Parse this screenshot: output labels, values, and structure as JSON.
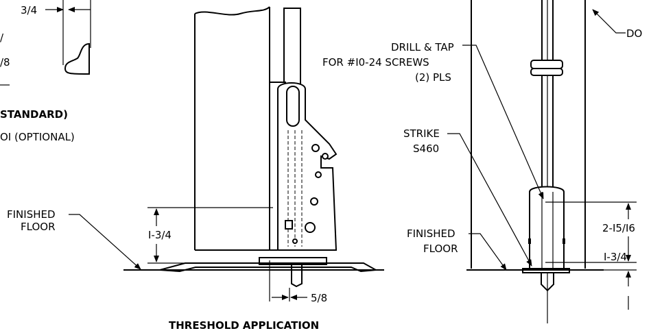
{
  "labels": {
    "dim_three_quarter": "3/4",
    "frag_seven_eighths": "/8",
    "standard": "STANDARD)",
    "optional": "OI (OPTIONAL)",
    "finished_floor_left_1": "FINISHED",
    "finished_floor_left_2": "FLOOR",
    "dim_one_three_quarter_left": "I-3/4",
    "dim_five_eighths": "5/8",
    "threshold_application": "THRESHOLD APPLICATION",
    "drill_tap_1": "DRILL & TAP",
    "drill_tap_2": "FOR #I0-24 SCREWS",
    "drill_tap_3": "(2) PLS",
    "strike_1": "STRIKE",
    "strike_2": "S460",
    "finished_floor_right_1": "FINISHED",
    "finished_floor_right_2": "FLOOR",
    "dim_two_fifteen_sixteenths": "2-I5/I6",
    "dim_one_three_quarter_right": "I-3/4",
    "door_frag": "DO"
  }
}
